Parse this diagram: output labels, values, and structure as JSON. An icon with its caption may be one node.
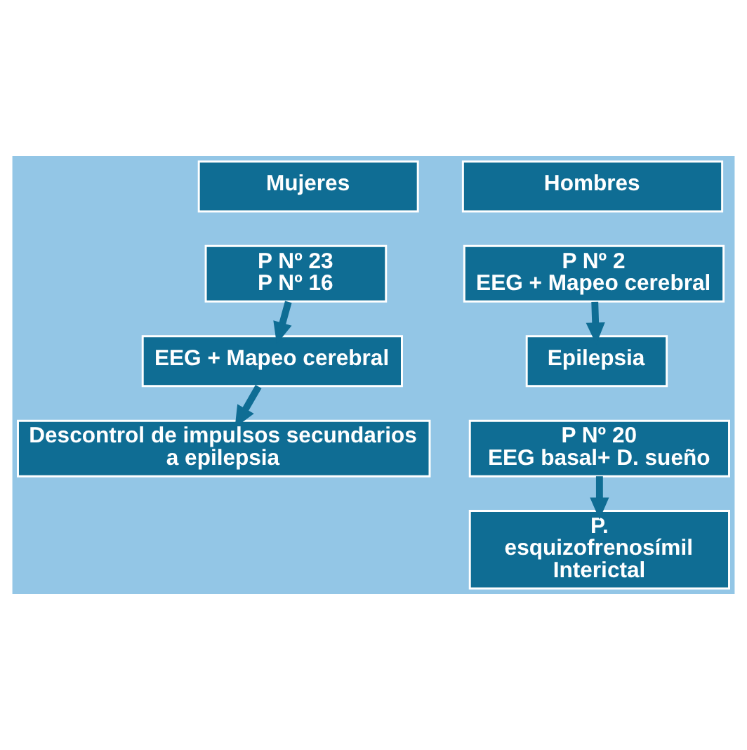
{
  "diagram": {
    "nodes": [
      {
        "text": [
          "Mujeres"
        ]
      },
      {
        "text": [
          "P Nº 23",
          "P Nº 16"
        ]
      },
      {
        "text": [
          "EEG + Mapeo cerebral"
        ]
      },
      {
        "text": [
          "Descontrol de impulsos secundarios a epilepsia"
        ]
      },
      {
        "text": [
          "Hombres"
        ]
      },
      {
        "text": [
          "P Nº 2",
          "EEG + Mapeo cerebral"
        ]
      },
      {
        "text": [
          "Epilepsia"
        ]
      },
      {
        "text": [
          "P Nº 20",
          "EEG basal+ D. sueño"
        ]
      },
      {
        "text": [
          "P. esquizofrenosímil Interictal"
        ]
      }
    ],
    "edges": [
      {
        "from": 1,
        "to": 2,
        "arrow": "to"
      },
      {
        "from": 2,
        "to": 3,
        "arrow": "to"
      },
      {
        "from": 5,
        "to": 6,
        "arrow": "to"
      },
      {
        "from": 7,
        "to": 8,
        "arrow": "to"
      }
    ]
  }
}
